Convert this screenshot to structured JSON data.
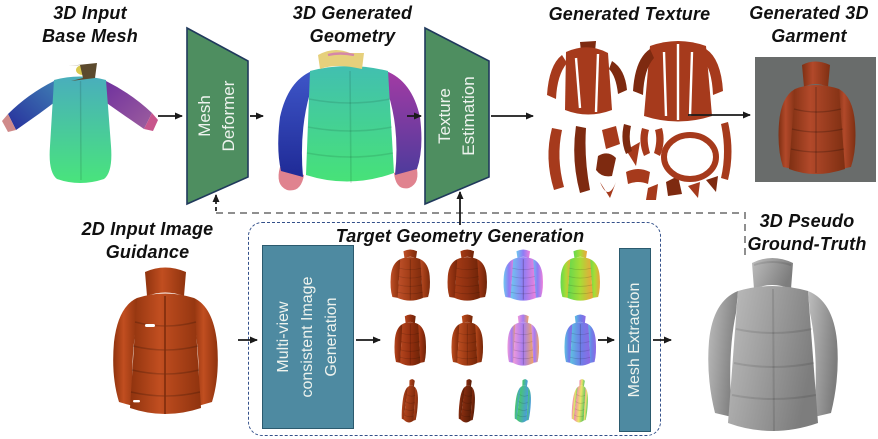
{
  "palette": {
    "background": "#ffffff",
    "text": "#101010",
    "arrow": "#1a1a1a",
    "block_green": "#4e8e60",
    "block_green_border": "#20395c",
    "block_teal": "#4e8aa1",
    "block_teal_border": "#2b5a6e",
    "block_text": "#eef3ee",
    "dashed_box_border": "#33508a",
    "gray_dashed_line": "#8f8f8f"
  },
  "captions": {
    "base_mesh": [
      "3D Input",
      "Base Mesh"
    ],
    "generated_geometry": [
      "3D Generated",
      "Geometry"
    ],
    "generated_texture": [
      "Generated Texture"
    ],
    "generated_garment": [
      "Generated 3D",
      "Garment"
    ],
    "input_image": [
      "2D Input Image",
      "Guidance"
    ],
    "target_box": [
      "Target Geometry Generation"
    ],
    "pseudo_gt": [
      "3D Pseudo",
      "Ground-Truth"
    ]
  },
  "blocks": {
    "mesh_deformer": [
      "Mesh",
      "Deformer"
    ],
    "texture_estimation": [
      "Texture",
      "Estimation"
    ],
    "multiview_generation": [
      "Multi-view",
      "consistent Image",
      "Generation"
    ],
    "mesh_extraction": [
      "Mesh Extraction"
    ]
  },
  "figures": {
    "base_mesh": {
      "collar": "#5c4a2e",
      "collar_accent": "#d9c94e",
      "body_top": "#49aebc",
      "body_bottom": "#49e47c",
      "sleeve_left_top": "#3f7fb4",
      "sleeve_left_bottom": "#272e9c",
      "sleeve_right_top": "#6d2f9e",
      "sleeve_right_bottom": "#9d5e9e",
      "cuff_left": "#cf8a8a",
      "cuff_right": "#c8558c"
    },
    "generated_geometry": {
      "collar": "#e6d07c",
      "collar_accent": "#d587a8",
      "body_top": "#42bfb0",
      "body_bottom": "#47e278",
      "sleeve_left_top": "#3e56c8",
      "sleeve_left_bottom": "#1f2a96",
      "sleeve_right_top": "#a33ba4",
      "sleeve_right_bottom": "#4e3b9c",
      "cuff": "#e0838f"
    },
    "generated_texture": {
      "piece": "#a63a1c",
      "piece_dark": "#7e2a10"
    },
    "generated_garment": {
      "photo_bg": "#696c6b",
      "jacket": "#b2492a",
      "jacket_shadow": "#7e2f12"
    },
    "input_image": {
      "jacket": "#c14e20",
      "jacket_shadow": "#8f330e",
      "logo": "#ffffff",
      "zipper": "#7e2c0c"
    },
    "pseudo_gt": {
      "highlight": "#bdbdbd",
      "body": "#a1a1a1",
      "shadow": "#7d7d7d"
    }
  },
  "multiview_grid": {
    "rows": [
      {
        "cells": [
          {
            "view": "front",
            "stops": [
              "#c0512a",
              "#a03c16",
              "#7c2a0c"
            ]
          },
          {
            "view": "back",
            "stops": [
              "#a63c16",
              "#8e3010",
              "#6e2408"
            ]
          },
          {
            "view": "front",
            "stops": [
              "#6ec8f0",
              "#8e7cf4",
              "#ee82dc"
            ]
          },
          {
            "view": "back",
            "stops": [
              "#62d84e",
              "#a8dc36",
              "#f0a23c"
            ]
          }
        ]
      },
      {
        "cells": [
          {
            "view": "threequarter",
            "stops": [
              "#b5461e",
              "#942f0f",
              "#6e2408"
            ]
          },
          {
            "view": "threequarter",
            "stops": [
              "#c05022",
              "#9a3812",
              "#762708"
            ]
          },
          {
            "view": "threequarter",
            "stops": [
              "#f09adc",
              "#a67cf0",
              "#f0a664"
            ]
          },
          {
            "view": "threequarter",
            "stops": [
              "#5ec2e0",
              "#6a80e8",
              "#8f68e4"
            ]
          }
        ]
      },
      {
        "cells": [
          {
            "view": "side",
            "stops": [
              "#b2441c",
              "#7e2a0c"
            ]
          },
          {
            "view": "side",
            "stops": [
              "#8a2e10",
              "#571c06"
            ]
          },
          {
            "view": "side",
            "stops": [
              "#48ca66",
              "#4a9ae0"
            ]
          },
          {
            "view": "side",
            "stops": [
              "#f086b4",
              "#ece468",
              "#58c45e"
            ]
          }
        ]
      }
    ]
  }
}
